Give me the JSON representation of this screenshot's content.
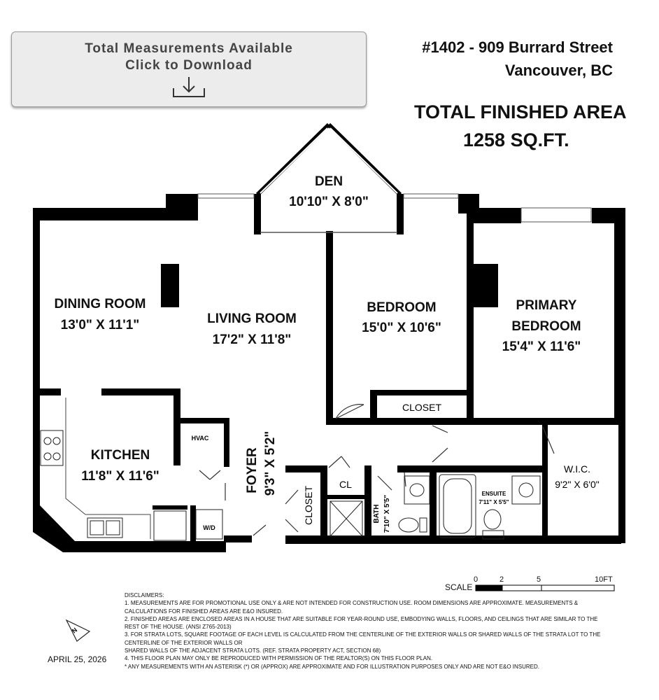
{
  "download": {
    "line1": "Total Measurements Available",
    "line2": "Click to Download",
    "icon": "download-icon"
  },
  "address": {
    "line1": "#1402 - 909 Burrard Street",
    "line2": "Vancouver, BC"
  },
  "area": {
    "line1": "TOTAL FINISHED AREA",
    "line2": "1258 SQ.FT."
  },
  "rooms": {
    "den": {
      "name": "DEN",
      "dims": "10'10\" X 8'0\""
    },
    "dining": {
      "name": "DINING ROOM",
      "dims": "13'0\" X 11'1\""
    },
    "living": {
      "name": "LIVING ROOM",
      "dims": "17'2\" X 11'8\""
    },
    "bedroom": {
      "name": "BEDROOM",
      "dims": "15'0\" X 10'6\""
    },
    "primary": {
      "name1": "PRIMARY",
      "name2": "BEDROOM",
      "dims": "15'4\" X 11'6\""
    },
    "closet_bed": {
      "name": "CLOSET"
    },
    "kitchen": {
      "name": "KITCHEN",
      "dims": "11'8\" X 11'6\""
    },
    "hvac": {
      "name": "HVAC"
    },
    "foyer": {
      "name": "FOYER",
      "dims": "9'3\" X 5'2\""
    },
    "closet_foyer": {
      "name": "CLOSET"
    },
    "cl": {
      "name": "CL"
    },
    "bath": {
      "name": "BATH",
      "dims": "7'10\" X 5'5\""
    },
    "ensuite": {
      "name": "ENSUITE",
      "dims": "7'11\" X 5'5\""
    },
    "wic": {
      "name": "W.I.C.",
      "dims": "9'2\" X 6'0\""
    },
    "wd": {
      "name": "W/D"
    }
  },
  "scale": {
    "label": "SCALE",
    "ticks": [
      "0",
      "2",
      "5",
      "10FT"
    ]
  },
  "disclaimers": {
    "title": "DISCLAIMERS:",
    "lines": [
      "1. MEASUREMENTS ARE FOR PROMOTIONAL USE ONLY & ARE NOT INTENDED FOR CONSTRUCTION USE. ROOM DIMENSIONS ARE APPROXIMATE. MEASUREMENTS &",
      "CALCULATIONS FOR FINISHED AREAS ARE E&O INSURED.",
      "2. FINISHED AREAS ARE ENCLOSED AREAS IN A HOUSE THAT ARE SUITABLE FOR YEAR-ROUND USE, EMBODYING WALLS, FLOORS, AND CEILINGS THAT ARE SIMILAR TO THE",
      "REST OF THE HOUSE. (ANSI Z765-2013)",
      "3. FOR STRATA LOTS, SQUARE FOOTAGE OF EACH LEVEL IS CALCULATED FROM THE CENTERLINE OF THE EXTERIOR WALLS OR SHARED WALLS OF THE STRATA LOT TO THE",
      "CENTERLINE OF THE EXTERIOR WALLS OR",
      "SHARED WALLS OF THE ADJACENT STRATA LOTS. (REF. STRATA PROPERTY ACT, SECTION 68)",
      "4. THIS FLOOR PLAN MAY ONLY BE REPRODUCED WITH PERMISSION OF THE REALTOR(S) ON THIS FLOOR PLAN.",
      "* ANY MEASUREMENTS WITH AN ASTERISK (*) OR (APPROX) ARE APPROXIMATE AND FOR ILLUSTRATION PURPOSES ONLY AND ARE NOT E&O INSURED."
    ]
  },
  "compass": {
    "label": "N",
    "icon": "compass-north-icon"
  },
  "date": "APRIL 25, 2026"
}
